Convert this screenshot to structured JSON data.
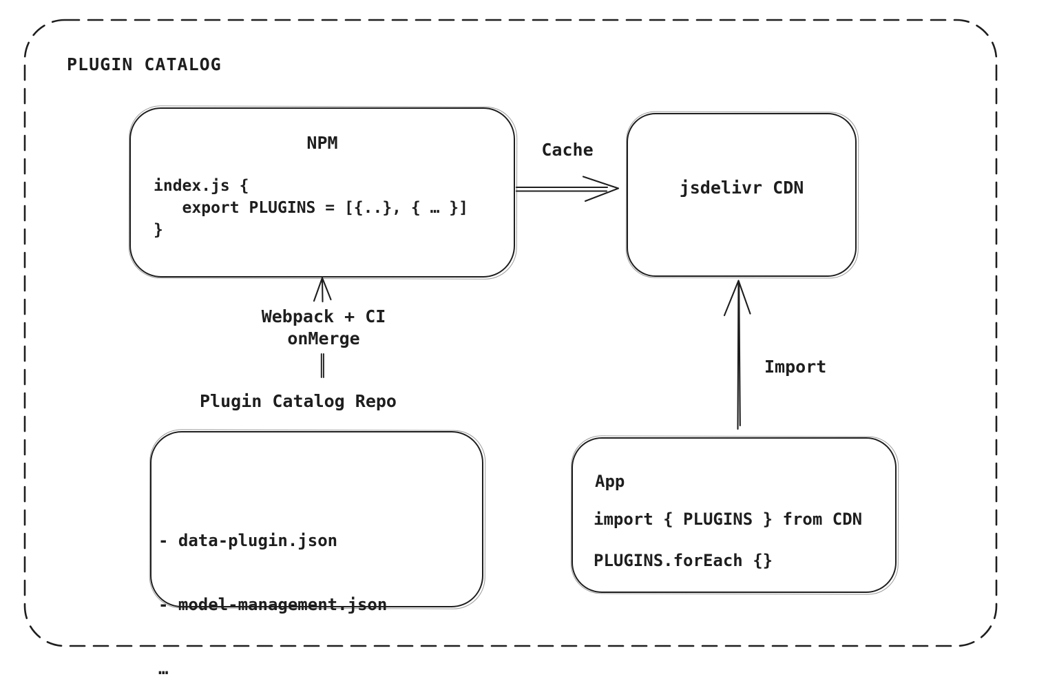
{
  "frame": {
    "title": "PLUGIN CATALOG"
  },
  "nodes": {
    "npm": {
      "title": "NPM",
      "code": "index.js {\n   export PLUGINS = [{..}, { … }]\n}"
    },
    "cdn": {
      "label": "jsdelivr CDN"
    },
    "repo": {
      "title": "Plugin Catalog Repo",
      "items": [
        "- data-plugin.json",
        "- model-management.json",
        "…"
      ]
    },
    "app": {
      "title": "App",
      "lines": [
        "import { PLUGINS } from CDN",
        "PLUGINS.forEach {}"
      ]
    }
  },
  "edges": {
    "cache": {
      "label": "Cache",
      "from": "NPM",
      "to": "jsdelivr CDN"
    },
    "build": {
      "line1": "Webpack + CI",
      "line2": "onMerge",
      "from": "Plugin Catalog Repo",
      "to": "NPM"
    },
    "import": {
      "label": "Import",
      "from": "App",
      "to": "jsdelivr CDN"
    }
  },
  "colors": {
    "stroke": "#1e1e1e",
    "background": "#ffffff"
  }
}
